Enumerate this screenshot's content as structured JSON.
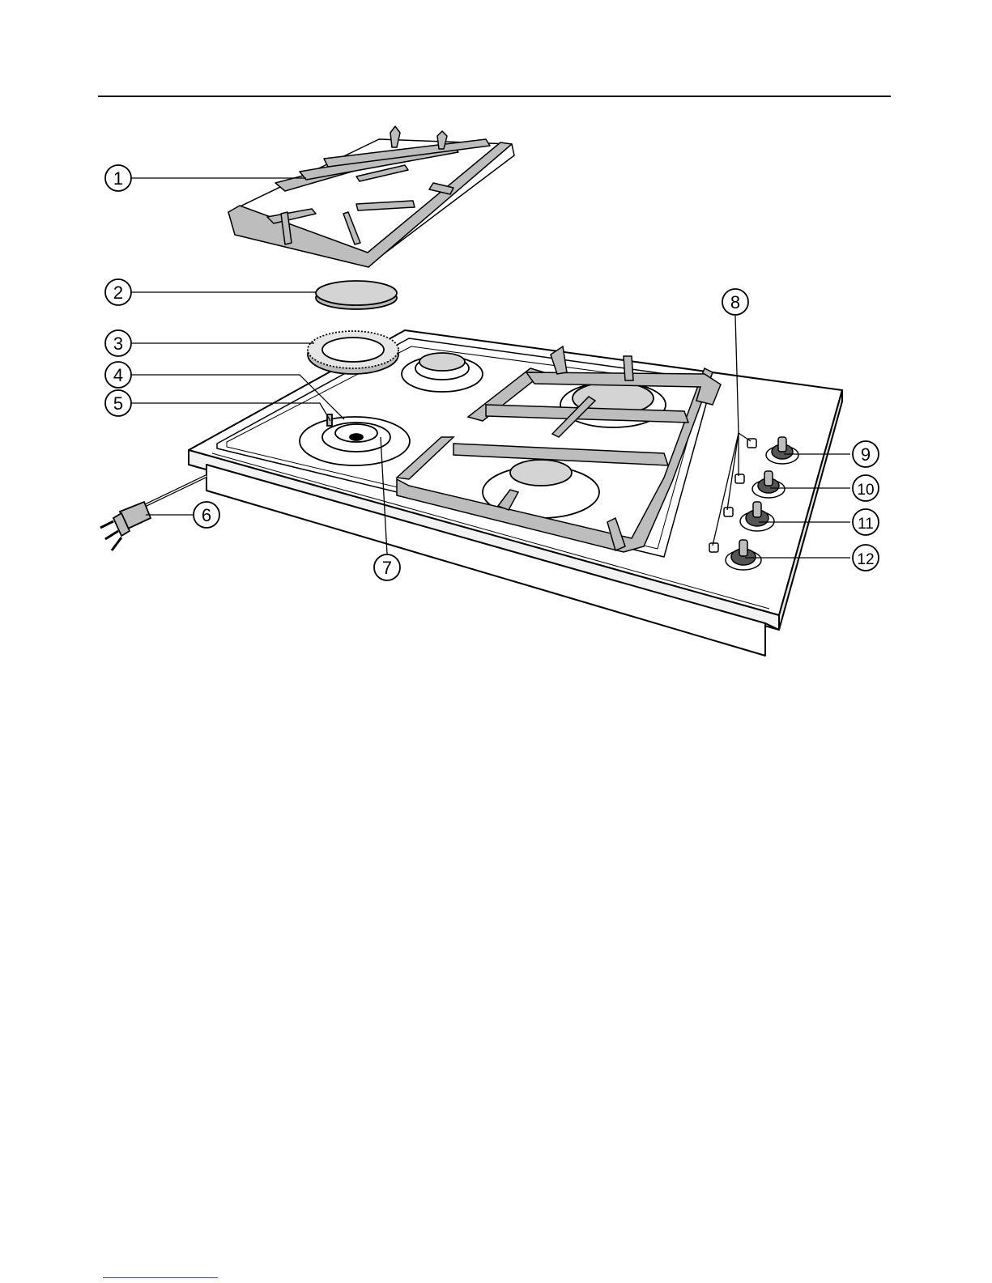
{
  "diagram": {
    "parts": [
      {
        "number": "1"
      },
      {
        "number": "2"
      },
      {
        "number": "3"
      },
      {
        "number": "4"
      },
      {
        "number": "5"
      },
      {
        "number": "6"
      },
      {
        "number": "7"
      },
      {
        "number": "8"
      },
      {
        "number": "9"
      },
      {
        "number": "10"
      },
      {
        "number": "11"
      },
      {
        "number": "12"
      }
    ]
  },
  "colors": {
    "line": "#000000",
    "grate": "#bdbdbd",
    "cap": "#d4d4d4",
    "link": "#2b4bd8"
  }
}
